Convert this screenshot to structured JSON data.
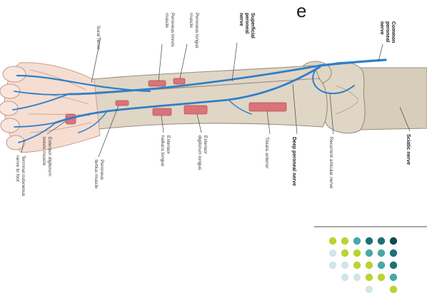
{
  "slide": {
    "title_fragment": "e"
  },
  "labels": {
    "sural_nerve": "Sural nerve",
    "peroneus_brevis": [
      "Peroneus brevis",
      "muscle"
    ],
    "peroneus_longus": [
      "Peroneus longus",
      "muscle"
    ],
    "superficial_peroneal": [
      "Superficial",
      "peroneal",
      "nerve"
    ],
    "common_peroneal": [
      "Common",
      "peroneal",
      "nerve"
    ],
    "sciatic_nerve": "Sciatic nerve",
    "recurrent_articular": "Recurrent articular nerve",
    "deep_peroneal": "Deep peroneal nerve",
    "tibialis_anterior": "Tibialis anterior",
    "extensor_digitorum_longus": [
      "Extensor",
      "digitorum longus"
    ],
    "extensor_hallucis_longus": [
      "Extensor",
      "hallucis longus"
    ],
    "peroneus_tertius": [
      "Peroneus",
      "tertius muscle"
    ],
    "extensor_digitorum_brevis": [
      "Extensor digitorum",
      "brevis muscle"
    ],
    "terminal_cutaneous": [
      "Terminal cutaneous",
      "nerve to foot"
    ]
  },
  "colors": {
    "nerve": "#2f7fc9",
    "muscle": "#d96c73",
    "bone": "#e0d6c6",
    "skin": "#f5ddd2",
    "divider": "#8a8a8a",
    "dot_palette": [
      "#cfe6ea",
      "#b9d431",
      "#4aa6a8",
      "#1f6f76",
      "#0f4b52"
    ]
  },
  "decoration": {
    "dot_grid": [
      [
        "#b9d431",
        "#b9d431",
        "#4aa6a8",
        "#1f6f76",
        "#1f6f76",
        "#0f4b52"
      ],
      [
        "#cfe6ea",
        "#b9d431",
        "#b9d431",
        "#4aa6a8",
        "#4aa6a8",
        "#1f6f76"
      ],
      [
        "#cfe6ea",
        "#cfe6ea",
        "#b9d431",
        "#b9d431",
        "#4aa6a8",
        "#1f6f76"
      ],
      [
        "",
        "#cfe6ea",
        "#cfe6ea",
        "#b9d431",
        "#b9d431",
        "#4aa6a8"
      ],
      [
        "",
        "",
        "",
        "#cfe6ea",
        "",
        "#b9d431"
      ]
    ]
  }
}
